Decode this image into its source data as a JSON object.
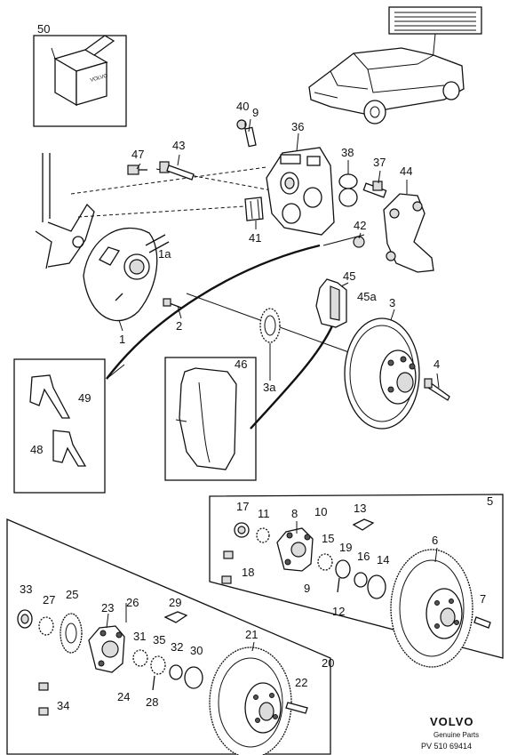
{
  "labels": {
    "p50": "50",
    "p40": "40",
    "p9": "9",
    "p36": "36",
    "p47": "47",
    "p43": "43",
    "p38": "38",
    "p37": "37",
    "p44": "44",
    "p42": "42",
    "p41": "41",
    "p1a": "1a",
    "p1": "1",
    "p2": "2",
    "p45": "45",
    "p45a": "45a",
    "p3": "3",
    "p46": "46",
    "p3a": "3a",
    "p4": "4",
    "p49": "49",
    "p48": "48",
    "p5": "5",
    "p17": "17",
    "p11": "11",
    "p8": "8",
    "p10": "10",
    "p13": "13",
    "p6": "6",
    "p15": "15",
    "p19": "19",
    "p16": "16",
    "p14": "14",
    "p18": "18",
    "p9b": "9",
    "p12": "12",
    "p7": "7",
    "p33": "33",
    "p27": "27",
    "p25": "25",
    "p23": "23",
    "p26": "26",
    "p29": "29",
    "p31": "31",
    "p35": "35",
    "p32": "32",
    "p30": "30",
    "p21": "21",
    "p20": "20",
    "p24": "24",
    "p28": "28",
    "p22": "22",
    "p34": "34"
  },
  "box_text": {
    "brand": "VOLVO"
  },
  "footer": {
    "brand": "VOLVO",
    "subtitle": "Genuine Parts",
    "code": "PV  510  69414"
  }
}
